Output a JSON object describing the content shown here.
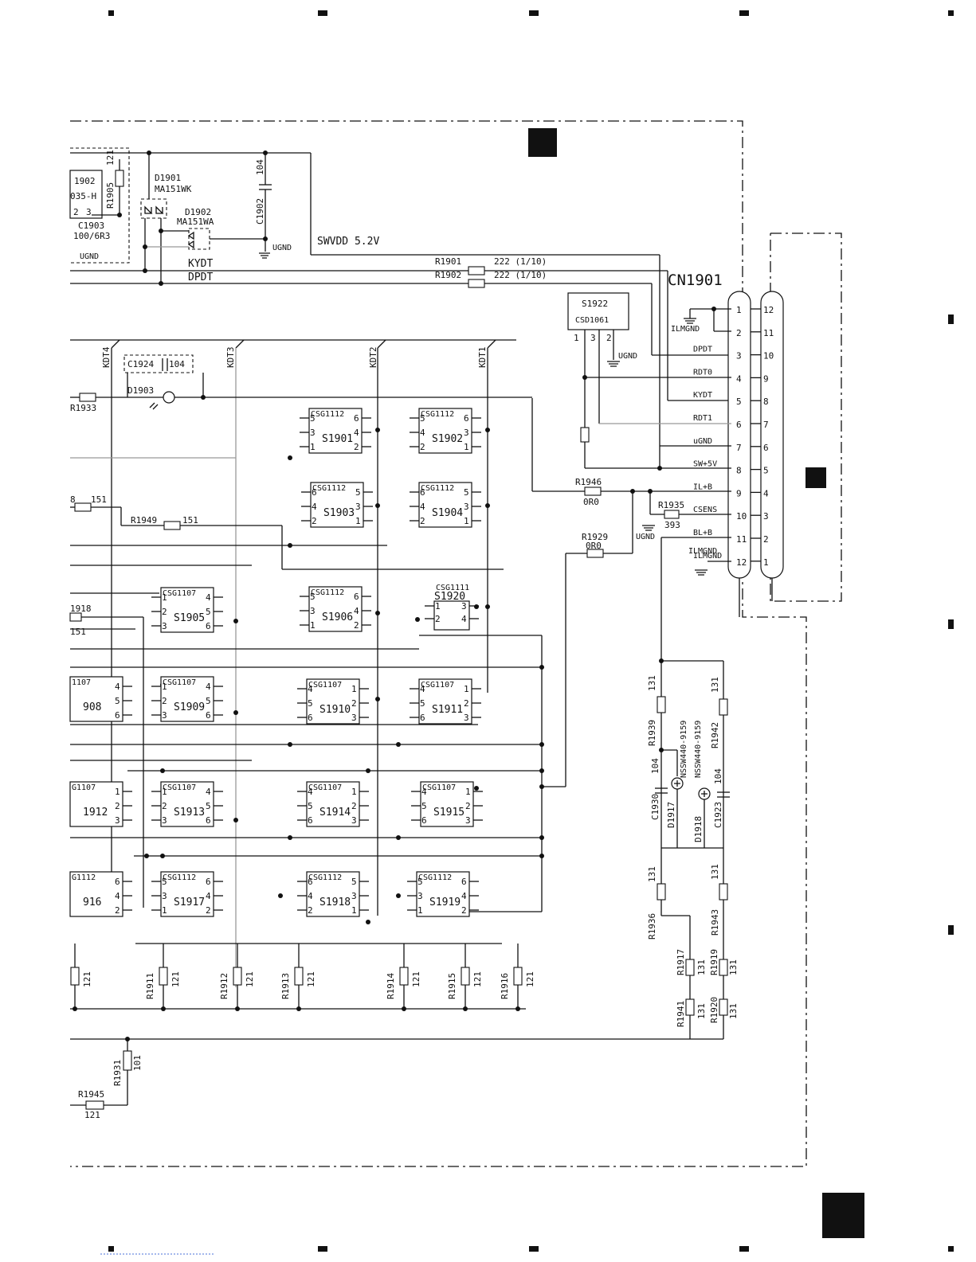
{
  "title_block": {
    "sheet_ref": ""
  },
  "power": {
    "swvdd_label": "SWVDD 5.2V",
    "ugnd": "UGND",
    "ilmgnd": "ILMGND"
  },
  "nets": {
    "kydt": "KYDT",
    "dpdt": "DPDT",
    "kdt1": "KDT1",
    "kdt2": "KDT2",
    "kdt3": "KDT3",
    "kdt4": "KDT4"
  },
  "top_parts": {
    "d1901": {
      "ref": "D1901",
      "part": "MA151WK"
    },
    "d1902": {
      "ref": "D1902",
      "part": "MA151WA"
    },
    "c1902": {
      "ref": "C1902",
      "value": "104"
    },
    "r1905": {
      "ref": "R1905",
      "value": "121"
    },
    "ic1902": {
      "ref": "1902",
      "part": "035-H"
    },
    "c1903": {
      "ref": "C1903",
      "value": "100/6R3"
    },
    "r1901": {
      "ref": "R1901",
      "value": "222 (1/10)"
    },
    "r1902": {
      "ref": "R1902",
      "value": "222 (1/10)"
    }
  },
  "connector": {
    "ref": "CN1901",
    "pins": [
      "1",
      "2",
      "3",
      "4",
      "5",
      "6",
      "7",
      "8",
      "9",
      "10",
      "11",
      "12"
    ],
    "mate_pins": [
      "12",
      "11",
      "10",
      "9",
      "8",
      "7",
      "6",
      "5",
      "4",
      "3",
      "2",
      "1"
    ],
    "signals": [
      "",
      "ILMGND",
      "DPDT",
      "RDT0",
      "KYDT",
      "RDT1",
      "uGND",
      "SW+5V",
      "IL+B",
      "CSENS",
      "BL+B",
      "ILMGND"
    ]
  },
  "s1922": {
    "ref": "S1922",
    "part": "CSD1061",
    "pins": [
      "1",
      "3",
      "2"
    ],
    "gnd": "UGND"
  },
  "mid_parts": {
    "c1924": {
      "ref": "C1924",
      "value": "104"
    },
    "d1903": {
      "ref": "D1903"
    },
    "r1933": {
      "ref": "R1933"
    },
    "r1949": {
      "ref": "R1949",
      "value": "151"
    },
    "r1948": {
      "ref": "8",
      "value": "151"
    },
    "r1918": {
      "ref": "1918",
      "value": "151"
    },
    "r1946": {
      "ref": "R1946",
      "value": "0R0"
    },
    "r1935": {
      "ref": "R1935",
      "value": "393"
    },
    "r1929": {
      "ref": "R1929",
      "value": "0R0"
    }
  },
  "switches": [
    {
      "ref": "S1901",
      "part": "CSG1112",
      "p": [
        "5",
        "6",
        "3",
        "4",
        "1",
        "2"
      ]
    },
    {
      "ref": "S1902",
      "part": "CSG1112",
      "p": [
        "5",
        "6",
        "4",
        "3",
        "2",
        "1"
      ]
    },
    {
      "ref": "S1903",
      "part": "CSG1112",
      "p": [
        "6",
        "5",
        "4",
        "3",
        "2",
        "1"
      ]
    },
    {
      "ref": "S1904",
      "part": "CSG1112",
      "p": [
        "6",
        "5",
        "4",
        "3",
        "2",
        "1"
      ]
    },
    {
      "ref": "S1905",
      "part": "CSG1107",
      "p": [
        "1",
        "4",
        "2",
        "5",
        "3",
        "6"
      ]
    },
    {
      "ref": "S1906",
      "part": "CSG1112",
      "p": [
        "5",
        "6",
        "3",
        "4",
        "1",
        "2"
      ]
    },
    {
      "ref": "S1920",
      "part": "CSG1111",
      "p": [
        "1",
        "3",
        "2",
        "4",
        "",
        ""
      ]
    },
    {
      "ref": "908",
      "part": "1107",
      "p": [
        "",
        "4",
        "",
        "5",
        "",
        "6"
      ]
    },
    {
      "ref": "S1909",
      "part": "CSG1107",
      "p": [
        "1",
        "4",
        "2",
        "5",
        "3",
        "6"
      ]
    },
    {
      "ref": "S1910",
      "part": "CSG1107",
      "p": [
        "4",
        "1",
        "5",
        "2",
        "6",
        "3"
      ]
    },
    {
      "ref": "S1911",
      "part": "CSG1107",
      "p": [
        "4",
        "1",
        "5",
        "2",
        "6",
        "3"
      ]
    },
    {
      "ref": "1912",
      "part": "G1107",
      "p": [
        "",
        "1",
        "",
        "2",
        "",
        "3"
      ]
    },
    {
      "ref": "S1913",
      "part": "CSG1107",
      "p": [
        "1",
        "4",
        "2",
        "5",
        "3",
        "6"
      ]
    },
    {
      "ref": "S1914",
      "part": "CSG1107",
      "p": [
        "4",
        "1",
        "5",
        "2",
        "6",
        "3"
      ]
    },
    {
      "ref": "S1915",
      "part": "CSG1107",
      "p": [
        "4",
        "1",
        "5",
        "2",
        "6",
        "3"
      ]
    },
    {
      "ref": "916",
      "part": "G1112",
      "p": [
        "",
        "6",
        "",
        "4",
        "",
        "2"
      ]
    },
    {
      "ref": "S1917",
      "part": "CSG1112",
      "p": [
        "5",
        "6",
        "3",
        "4",
        "1",
        "2"
      ]
    },
    {
      "ref": "S1918",
      "part": "CSG1112",
      "p": [
        "6",
        "5",
        "4",
        "3",
        "2",
        "1"
      ]
    },
    {
      "ref": "S1919",
      "part": "CSG1112",
      "p": [
        "5",
        "6",
        "3",
        "4",
        "1",
        "2"
      ]
    }
  ],
  "bottom_resistors": [
    {
      "ref": "",
      "value": "121"
    },
    {
      "ref": "R1911",
      "value": "121"
    },
    {
      "ref": "R1912",
      "value": "121"
    },
    {
      "ref": "R1913",
      "value": "121"
    },
    {
      "ref": "R1914",
      "value": "121"
    },
    {
      "ref": "R1915",
      "value": "121"
    },
    {
      "ref": "R1916",
      "value": "121"
    }
  ],
  "low_parts": {
    "r1931": {
      "ref": "R1931",
      "value": "101"
    },
    "r1945": {
      "ref": "R1945",
      "value": "121"
    }
  },
  "led_parts": {
    "r1939": {
      "ref": "R1939",
      "value": "131"
    },
    "r1942": {
      "ref": "R1942",
      "value": "131"
    },
    "c1930": {
      "ref": "C1930",
      "value": "104"
    },
    "c1923": {
      "ref": "C1923",
      "value": "104"
    },
    "d1917": {
      "ref": "D1917",
      "part": "NSSW440-9159"
    },
    "d1918": {
      "ref": "D1918",
      "part": "NSSW440-9159"
    },
    "r1936": {
      "ref": "R1936",
      "value": "131"
    },
    "r1943": {
      "ref": "R1943",
      "value": "131"
    },
    "r1917": {
      "ref": "R1917",
      "value": "131"
    },
    "r1919": {
      "ref": "R1919",
      "value": "131"
    },
    "r1941": {
      "ref": "R1941",
      "value": "131"
    },
    "r1920": {
      "ref": "R1920",
      "value": "131"
    }
  }
}
